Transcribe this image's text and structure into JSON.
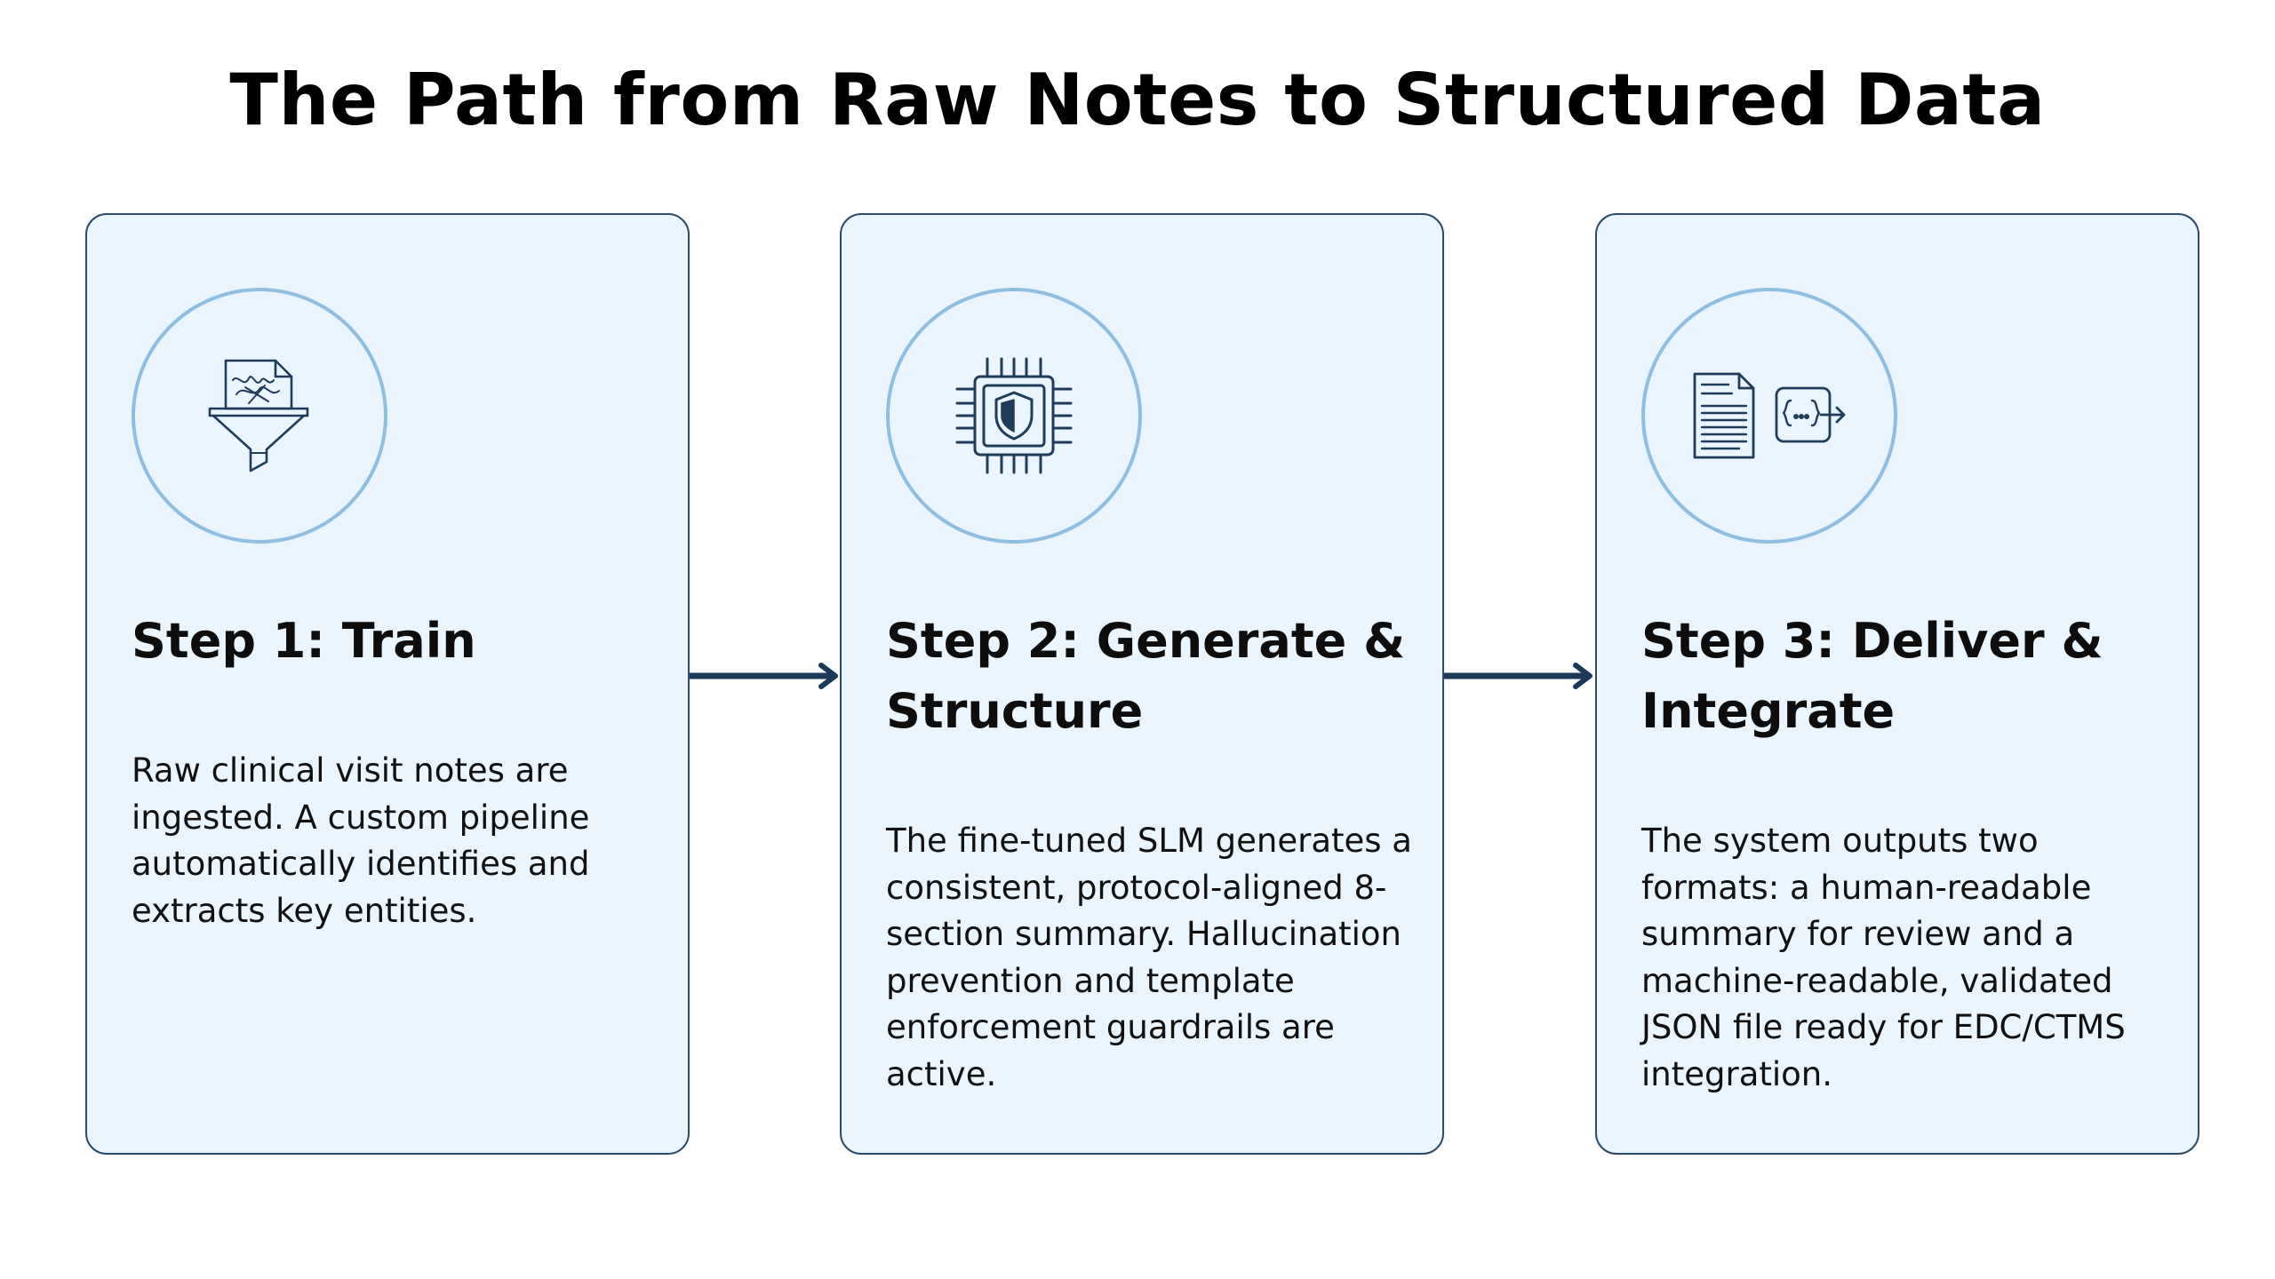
{
  "title": "The Path from Raw Notes to Structured Data",
  "colors": {
    "card_background": "#eaf5fd",
    "card_border": "#2d4a66",
    "icon_circle": "#8ebfe2",
    "icon_stroke": "#1f3c5a",
    "arrow": "#1b3a5a"
  },
  "steps": [
    {
      "icon": "document-filter-funnel-icon",
      "title": "Step 1: Train",
      "description": "Raw clinical visit notes are ingested. A custom pipeline automatically identifies and extracts key entities."
    },
    {
      "icon": "chip-shield-icon",
      "title": "Step 2: Generate & Structure",
      "description": "The fine-tuned SLM generates a consistent, protocol-aligned 8-section summary. Hallucination prevention and template enforcement guardrails are active."
    },
    {
      "icon": "document-to-json-icon",
      "title": "Step 3: Deliver & Integrate",
      "description": "The system outputs two formats: a human-readable summary for review and a machine-readable, validated JSON file ready for EDC/CTMS integration."
    }
  ]
}
